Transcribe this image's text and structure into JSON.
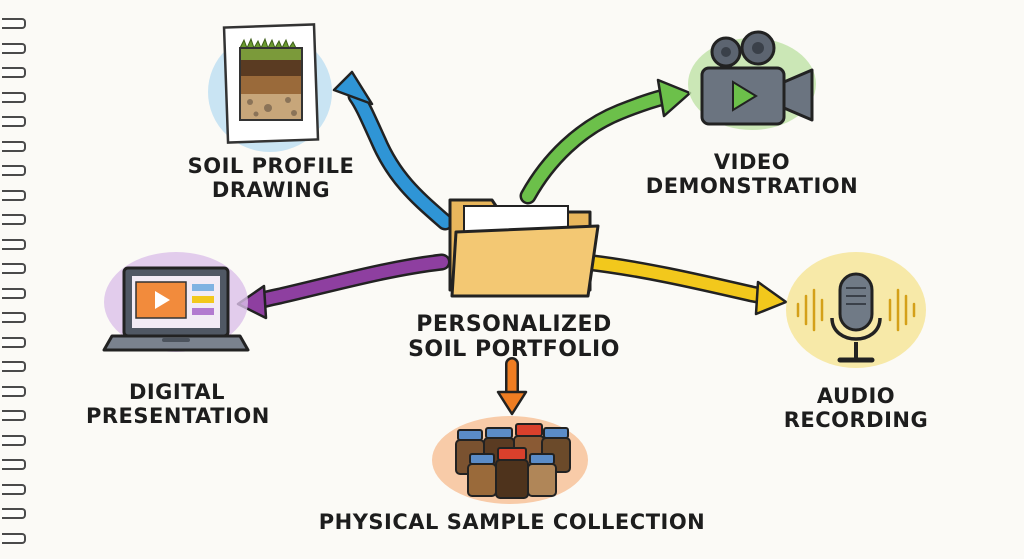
{
  "diagram": {
    "center": {
      "line1": "PERSONALIZED",
      "line2": "SOIL PORTFOLIO",
      "icon": "folder-icon"
    },
    "nodes": [
      {
        "id": "soil-profile",
        "line1": "SOIL PROFILE",
        "line2": "DRAWING",
        "icon": "soil-profile-drawing-icon",
        "arrow_color": "#2f95d6"
      },
      {
        "id": "video",
        "line1": "VIDEO",
        "line2": "DEMONSTRATION",
        "icon": "video-camera-icon",
        "arrow_color": "#6cc04a"
      },
      {
        "id": "digital",
        "line1": "DIGITAL",
        "line2": "PRESENTATION",
        "icon": "laptop-icon",
        "arrow_color": "#8e3fa0"
      },
      {
        "id": "audio",
        "line1": "AUDIO",
        "line2": "RECORDING",
        "icon": "microphone-icon",
        "arrow_color": "#f2c81c"
      },
      {
        "id": "physical",
        "line1": "PHYSICAL SAMPLE COLLECTION",
        "line2": "",
        "icon": "sample-jars-icon",
        "arrow_color": "#ef7d22"
      }
    ]
  }
}
